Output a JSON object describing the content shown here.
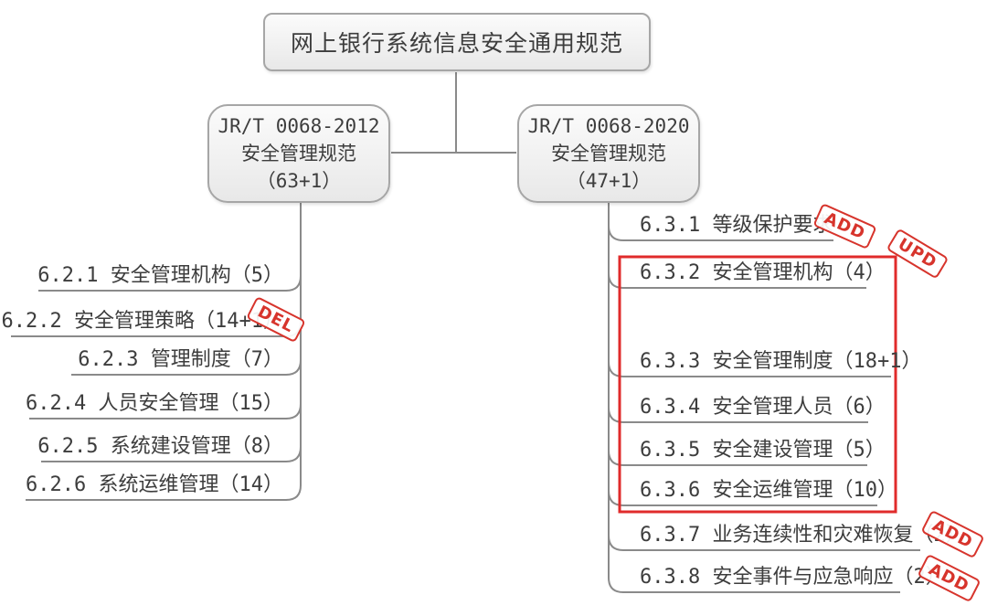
{
  "nodes": {
    "root": {
      "label": "网上银行系统信息安全通用规范"
    },
    "left": {
      "line1": "JR/T 0068-2012",
      "line2": "安全管理规范",
      "line3": "（63+1）"
    },
    "right": {
      "line1": "JR/T 0068-2020",
      "line2": "安全管理规范",
      "line3": "（47+1）"
    }
  },
  "left_items": [
    {
      "label": "6.2.1 安全管理机构（5）"
    },
    {
      "label": "6.2.2 安全管理策略（14+1）",
      "annotation": "DEL"
    },
    {
      "label": "6.2.3 管理制度（7）"
    },
    {
      "label": "6.2.4 人员安全管理（15）"
    },
    {
      "label": "6.2.5 系统建设管理（8）"
    },
    {
      "label": "6.2.6 系统运维管理（14）"
    }
  ],
  "right_items": [
    {
      "label": "6.3.1 等级保护要求",
      "annotation": "ADD"
    },
    {
      "label": "6.3.2 安全管理机构（4）"
    },
    {
      "label": "6.3.3 安全管理制度（18+1）"
    },
    {
      "label": "6.3.4 安全管理人员（6）"
    },
    {
      "label": "6.3.5 安全建设管理（5）"
    },
    {
      "label": "6.3.6 安全运维管理（10）"
    },
    {
      "label": "6.3.7 业务连续性和灾难恢复（2）",
      "annotation": "ADD"
    },
    {
      "label": "6.3.8 安全事件与应急响应（2）",
      "annotation": "ADD"
    }
  ],
  "updated_group": {
    "annotation": "UPD"
  },
  "colors": {
    "stamp_red": "#d7342c",
    "highlight_red": "#e02b2b",
    "line_gray": "#8a8a8a",
    "node_border": "#a6a6a6",
    "text": "#3d3d3d"
  }
}
